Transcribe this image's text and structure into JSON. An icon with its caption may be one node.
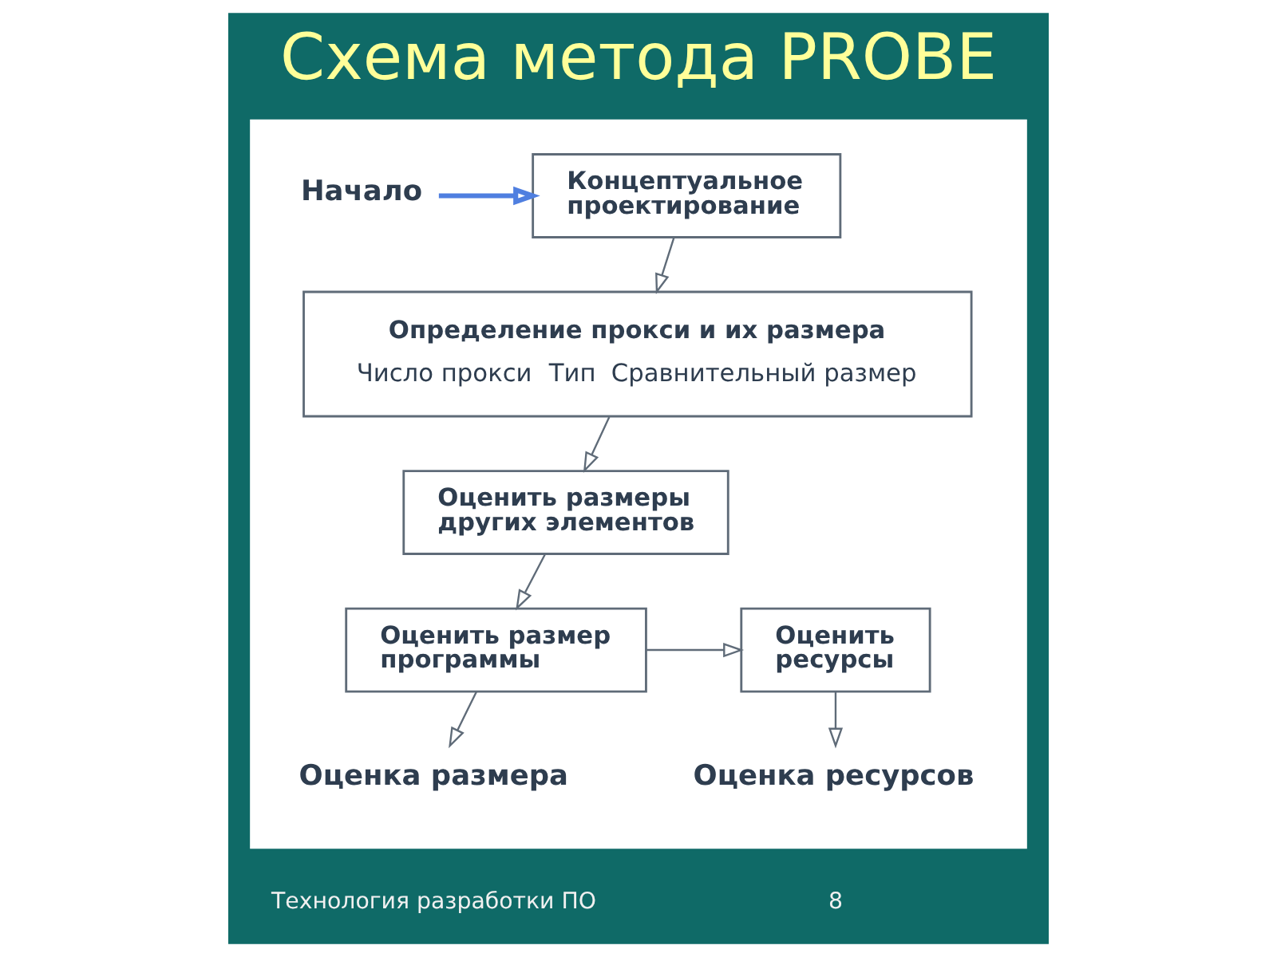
{
  "diagram": {
    "title": "Схема метода PROBE",
    "nodes": [
      {
        "text": [],
        "shape": "box"
      },
      {
        "text": [
          "Начало"
        ],
        "in": 0
      },
      {
        "text": [
          "Концептуальное проектирование"
        ],
        "in": 0
      },
      {
        "text": [
          "Определение прокси и их размера",
          "Число прокси",
          "Тип",
          "Сравнительный размер"
        ],
        "in": 0
      },
      {
        "text": [
          "Оценить размеры других элементов"
        ],
        "in": 0
      },
      {
        "text": [
          "Оценить размер программы"
        ],
        "in": 0
      },
      {
        "text": [
          "Оценить ресурсы"
        ],
        "in": 0
      },
      {
        "text": [
          "Оценка размера"
        ],
        "in": 0
      },
      {
        "text": [
          "Оценка ресурсов"
        ],
        "in": 0
      }
    ],
    "edges": [
      {
        "from": 1,
        "to": 2,
        "arrow": "to",
        "style": "thick",
        "color": "#4f7fe0"
      },
      {
        "from": 2,
        "to": 3,
        "arrow": "to"
      },
      {
        "from": 3,
        "to": 4,
        "arrow": "to"
      },
      {
        "from": 4,
        "to": 5,
        "arrow": "to"
      },
      {
        "from": 5,
        "to": 6,
        "arrow": "to"
      },
      {
        "from": 5,
        "to": 7,
        "arrow": "to"
      },
      {
        "from": 6,
        "to": 8,
        "arrow": "to"
      }
    ],
    "labels": [
      "Технология разработки ПО",
      "8"
    ]
  }
}
